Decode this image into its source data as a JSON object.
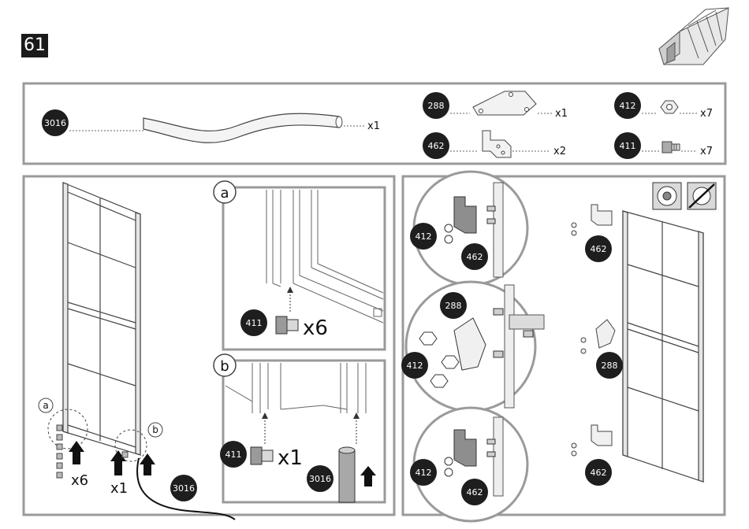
{
  "step_number": "61",
  "colors": {
    "frame_border": "#9a9a9a",
    "badge_fill": "#1e1e1e",
    "part_gray": "#8e8e8e",
    "line": "#333333"
  },
  "parts_bar": {
    "items": [
      {
        "id": "3016",
        "qty": "x1",
        "icon": "curved-rubber-strip-icon"
      },
      {
        "id": "288",
        "qty": "x1",
        "icon": "triangle-bracket-icon"
      },
      {
        "id": "462",
        "qty": "x2",
        "icon": "angle-bracket-icon"
      },
      {
        "id": "412",
        "qty": "x7",
        "icon": "hex-nut-icon"
      },
      {
        "id": "411",
        "qty": "x7",
        "icon": "square-bolt-icon"
      }
    ]
  },
  "left_panel": {
    "callout_a": "a",
    "callout_b": "b",
    "qty_bolts": "x6",
    "qty_bolt_b": "x1",
    "strip_id": "3016"
  },
  "detail_a": {
    "letter": "a",
    "part": "411",
    "qty": "x6"
  },
  "detail_b": {
    "letter": "b",
    "part": "411",
    "qty": "x1",
    "strip": "3016"
  },
  "right_panel": {
    "circle_top": {
      "nut": "412",
      "bracket": "462"
    },
    "circle_mid": {
      "nut": "412",
      "bracket": "288"
    },
    "circle_bot": {
      "nut": "412",
      "bracket": "462"
    },
    "door_labels": [
      "462",
      "288",
      "462"
    ]
  }
}
